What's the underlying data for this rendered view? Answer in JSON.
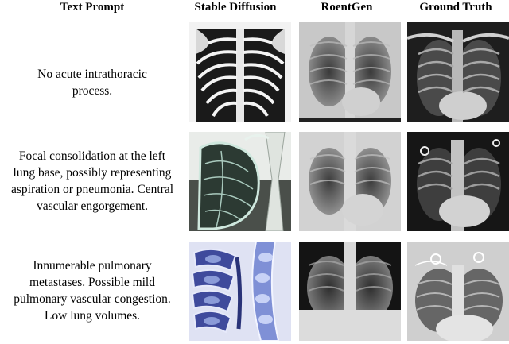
{
  "headers": {
    "text_prompt": "Text Prompt",
    "stable_diffusion": "Stable Diffusion",
    "roentgen": "RoentGen",
    "ground_truth": "Ground Truth"
  },
  "rows": [
    {
      "prompt_lines": [
        "No acute intrathoracic",
        "process."
      ],
      "images": {
        "stable_diffusion": "stylized-skeletal-ribcage",
        "roentgen": "chest-xray-generated",
        "ground_truth": "chest-xray-real"
      }
    },
    {
      "prompt_lines": [
        "Focal consolidation at the left",
        "lung base, possibly representing",
        "aspiration or pneumonia. Central",
        "vascular engorgement."
      ],
      "images": {
        "stable_diffusion": "stylized-glass-heart",
        "roentgen": "chest-xray-generated",
        "ground_truth": "chest-xray-real"
      }
    },
    {
      "prompt_lines": [
        "Innumerable pulmonary",
        "metastases.  Possible mild",
        "pulmonary vascular congestion.",
        "Low lung volumes."
      ],
      "images": {
        "stable_diffusion": "stylized-blue-vertebrae",
        "roentgen": "chest-xray-generated",
        "ground_truth": "chest-xray-real"
      }
    }
  ]
}
